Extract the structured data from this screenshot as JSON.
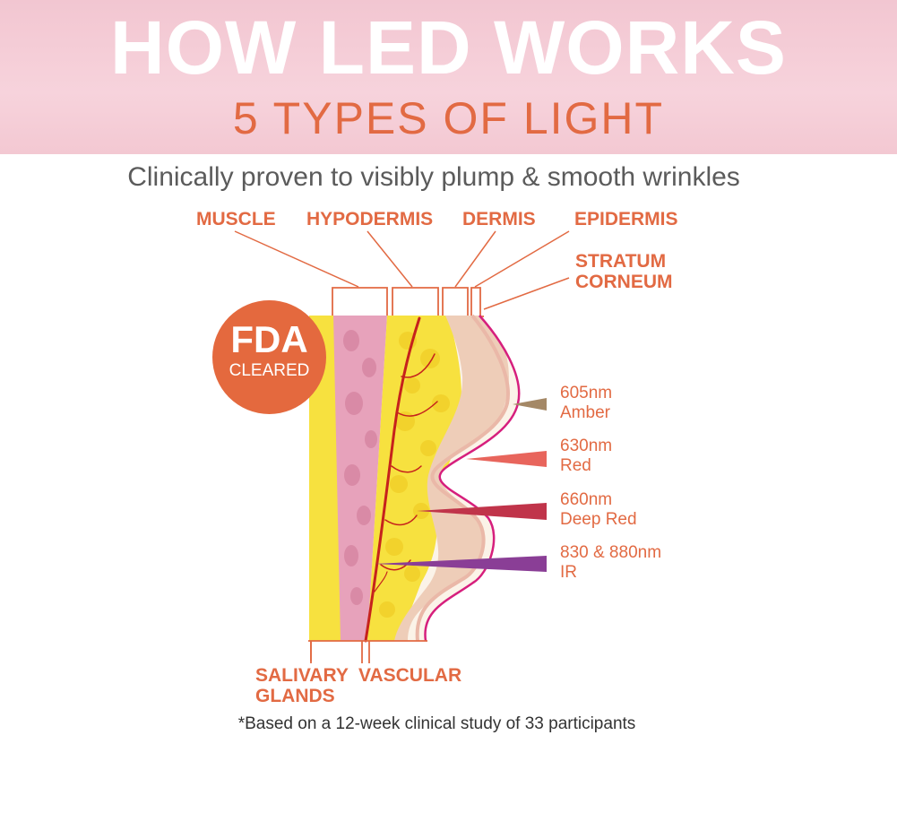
{
  "header": {
    "title": "HOW LED WORKS",
    "subtitle": "5 TYPES OF LIGHT"
  },
  "tagline": "Clinically proven to visibly plump & smooth wrinkles",
  "badge": {
    "main": "FDA",
    "sub": "CLEARED"
  },
  "layers": {
    "muscle": "MUSCLE",
    "hypodermis": "HYPODERMIS",
    "dermis": "DERMIS",
    "epidermis": "EPIDERMIS",
    "stratum_1": "STRATUM",
    "stratum_2": "CORNEUM"
  },
  "bottom_labels": {
    "salivary_1": "SALIVARY",
    "salivary_2": "GLANDS",
    "vascular": "VASCULAR"
  },
  "wavelengths": [
    {
      "nm": "605nm",
      "name": "Amber",
      "color": "#a48866"
    },
    {
      "nm": "630nm",
      "name": "Red",
      "color": "#e8655c"
    },
    {
      "nm": "660nm",
      "name": "Deep Red",
      "color": "#c0344a"
    },
    {
      "nm": "830 & 880nm",
      "name": "IR",
      "color": "#8a3e96"
    }
  ],
  "footnote": "*Based on a 12-week clinical study of 33 participants",
  "colors": {
    "accent": "#e26a43",
    "banner": "#f5cdd7",
    "fat": "#f7e13f",
    "muscle": "#e7a2bb",
    "dermis": "#eecdb8",
    "vessel": "#c6221c"
  }
}
